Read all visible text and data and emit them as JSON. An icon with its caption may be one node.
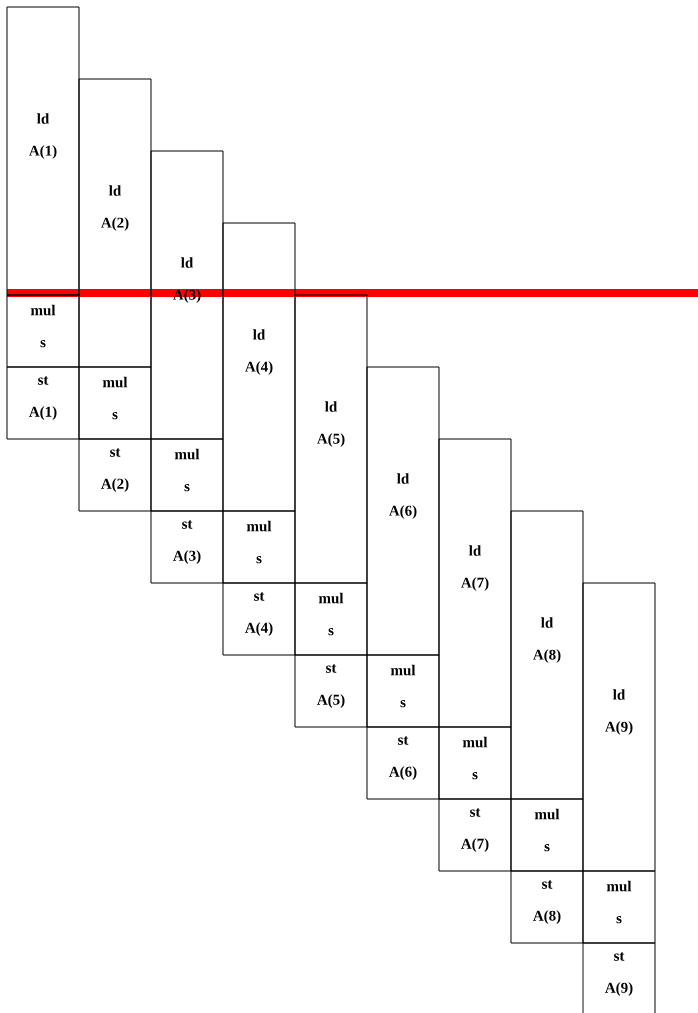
{
  "diagram": {
    "nodes": [
      {
        "text": [
          "ld A(1)"
        ]
      },
      {
        "text": [
          "mul s"
        ]
      },
      {
        "text": [
          "st A(1)"
        ]
      },
      {
        "text": [
          "ld A(2)"
        ]
      },
      {
        "text": [
          "mul s"
        ]
      },
      {
        "text": [
          "st A(2)"
        ]
      },
      {
        "text": [
          "ld A(3)"
        ]
      },
      {
        "text": [
          "mul s"
        ]
      },
      {
        "text": [
          "st A(3)"
        ]
      },
      {
        "text": [
          "ld A(4)"
        ]
      },
      {
        "text": [
          "mul s"
        ]
      },
      {
        "text": [
          "st A(4)"
        ]
      },
      {
        "text": [
          "ld A(5)"
        ]
      },
      {
        "text": [
          "mul s"
        ]
      },
      {
        "text": [
          "st A(5)"
        ]
      },
      {
        "text": [
          "ld A(6)"
        ]
      },
      {
        "text": [
          "mul s"
        ]
      },
      {
        "text": [
          "st A(6)"
        ]
      },
      {
        "text": [
          "ld A(7)"
        ]
      },
      {
        "text": [
          "mul s"
        ]
      },
      {
        "text": [
          "st A(7)"
        ]
      },
      {
        "text": [
          "ld A(8)"
        ]
      },
      {
        "text": [
          "mul s"
        ]
      },
      {
        "text": [
          "st A(8)"
        ]
      },
      {
        "text": [
          "ld A(9)"
        ]
      },
      {
        "text": [
          "mul s"
        ]
      },
      {
        "text": [
          "st A(9)"
        ]
      }
    ]
  }
}
